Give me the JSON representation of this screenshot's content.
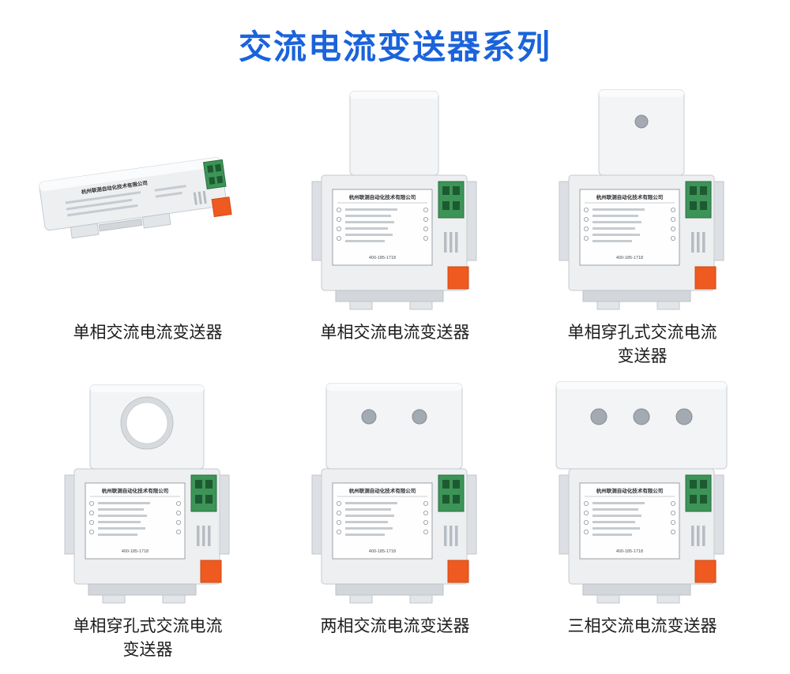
{
  "page": {
    "title": "交流电流变送器系列"
  },
  "colors": {
    "title_blue": "#1A63DB",
    "device_gray": "#EDEFF1",
    "terminal_green": "#3D9457",
    "clip_orange": "#EE5A20"
  },
  "device_label": {
    "company": "杭州联测自动化技术有限公司",
    "hotline": "400-185-1718"
  },
  "products": [
    {
      "caption": "单相交流电流变送器",
      "style": "slim-rail-mount"
    },
    {
      "caption": "单相交流电流变送器",
      "style": "vertical-with-cover"
    },
    {
      "caption": "单相穿孔式交流电流变送器",
      "style": "vertical-single-hole"
    },
    {
      "caption": "单相穿孔式交流电流变送器",
      "style": "vertical-large-hole"
    },
    {
      "caption": "两相交流电流变送器",
      "style": "vertical-two-holes"
    },
    {
      "caption": "三相交流电流变送器",
      "style": "vertical-three-holes"
    }
  ]
}
